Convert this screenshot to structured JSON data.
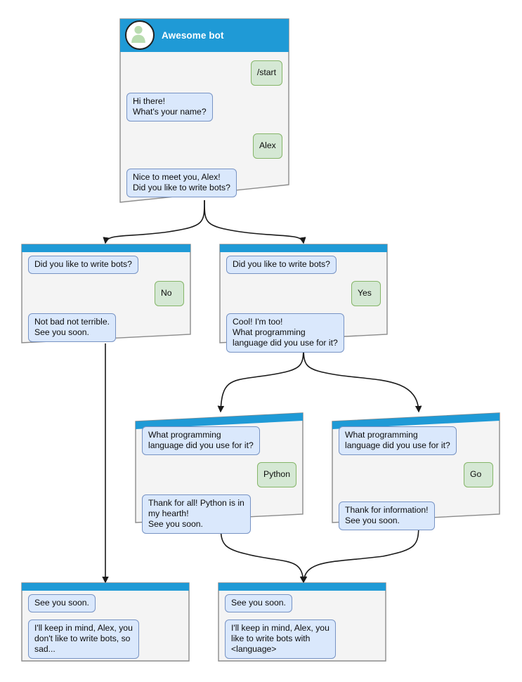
{
  "diagram": {
    "kind": "chatbot-flow-diagram",
    "background_color": "#ffffff",
    "header_color": "#1f9ad6",
    "card_body_color": "#f4f4f4",
    "card_border_color": "#8b8b8b",
    "bot_bubble_fill": "#dae8fc",
    "bot_bubble_border": "#7793c4",
    "user_bubble_fill": "#d5e8d4",
    "user_bubble_border": "#85b568",
    "connector_color": "#1a1a1a"
  },
  "cards": [
    {
      "id": "start",
      "title": "Awesome bot",
      "has_header_title": true,
      "avatar_icon": "person-avatar-icon",
      "messages": [
        {
          "side": "user",
          "text": "/start"
        },
        {
          "side": "bot",
          "text": "Hi there!\nWhat's your name?"
        },
        {
          "side": "user",
          "text": "Alex"
        },
        {
          "side": "bot",
          "text": "Nice to meet you, Alex!\nDid you like to write bots?"
        }
      ]
    },
    {
      "id": "answer-no",
      "title": "",
      "has_header_title": false,
      "messages": [
        {
          "side": "bot",
          "text": "Did you like to write bots?"
        },
        {
          "side": "user",
          "text": "No"
        },
        {
          "side": "bot",
          "text": "Not bad not terrible.\nSee you soon."
        }
      ]
    },
    {
      "id": "answer-yes",
      "title": "",
      "has_header_title": false,
      "messages": [
        {
          "side": "bot",
          "text": "Did you like to write bots?"
        },
        {
          "side": "user",
          "text": "Yes"
        },
        {
          "side": "bot",
          "text": "Cool! I'm too!\nWhat programming\nlanguage did you use for it?"
        }
      ]
    },
    {
      "id": "answer-python",
      "title": "",
      "has_header_title": false,
      "messages": [
        {
          "side": "bot",
          "text": "What programming\nlanguage did you use for it?"
        },
        {
          "side": "user",
          "text": "Python"
        },
        {
          "side": "bot",
          "text": "Thank for all! Python is in\nmy hearth!\nSee you soon."
        }
      ]
    },
    {
      "id": "answer-go",
      "title": "",
      "has_header_title": false,
      "messages": [
        {
          "side": "bot",
          "text": "What programming\nlanguage did you use for it?"
        },
        {
          "side": "user",
          "text": "Go"
        },
        {
          "side": "bot",
          "text": "Thank for information!\nSee you soon."
        }
      ]
    },
    {
      "id": "end-sad",
      "title": "",
      "has_header_title": false,
      "messages": [
        {
          "side": "bot",
          "text": "See you soon."
        },
        {
          "side": "bot",
          "text": "I'll keep in mind, Alex, you\ndon't like to write bots, so\nsad..."
        }
      ]
    },
    {
      "id": "end-happy",
      "title": "",
      "has_header_title": false,
      "messages": [
        {
          "side": "bot",
          "text": "See you soon."
        },
        {
          "side": "bot",
          "text": "I'll keep in mind, Alex, you\nlike to write bots with\n<language>"
        }
      ]
    }
  ]
}
